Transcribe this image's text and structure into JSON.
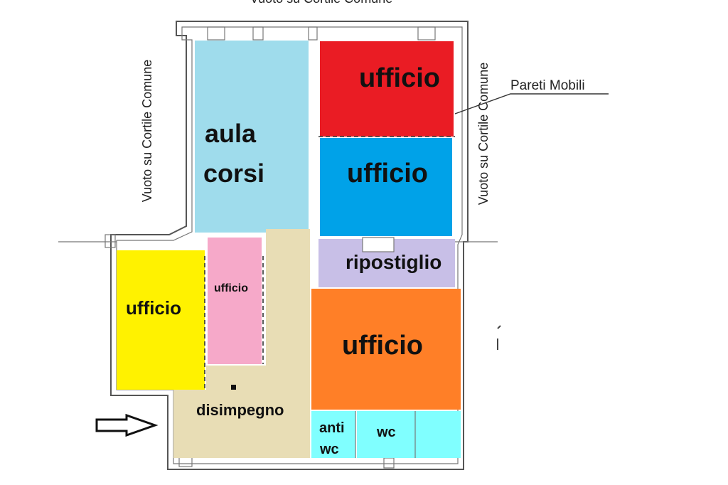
{
  "plan": {
    "top_label": "Vuoto su Cortile Comune",
    "left_label": "Vuoto su Cortile Comune",
    "right_label": "Vuoto su Cortile Comune",
    "callout_label": "Pareti Mobili",
    "rooms": {
      "aula_line1": "aula",
      "aula_line2": "corsi",
      "ufficio_red": "ufficio",
      "ufficio_blue": "ufficio",
      "ripostiglio": "ripostiglio",
      "ufficio_yellow": "ufficio",
      "ufficio_pink": "ufficio",
      "ufficio_orange": "ufficio",
      "disimpegno": "disimpegno",
      "antiwc_line1": "anti",
      "antiwc_line2": "wc",
      "wc": "wc"
    },
    "colors": {
      "aula": "#9fdcec",
      "red": "#ea1c24",
      "blue": "#00a2e8",
      "lilac": "#c8bfe7",
      "yellow": "#fff200",
      "pink": "#f6a9c9",
      "orange": "#ff7f27",
      "beige": "#e8ddb5",
      "cyan": "#80ffff"
    }
  }
}
